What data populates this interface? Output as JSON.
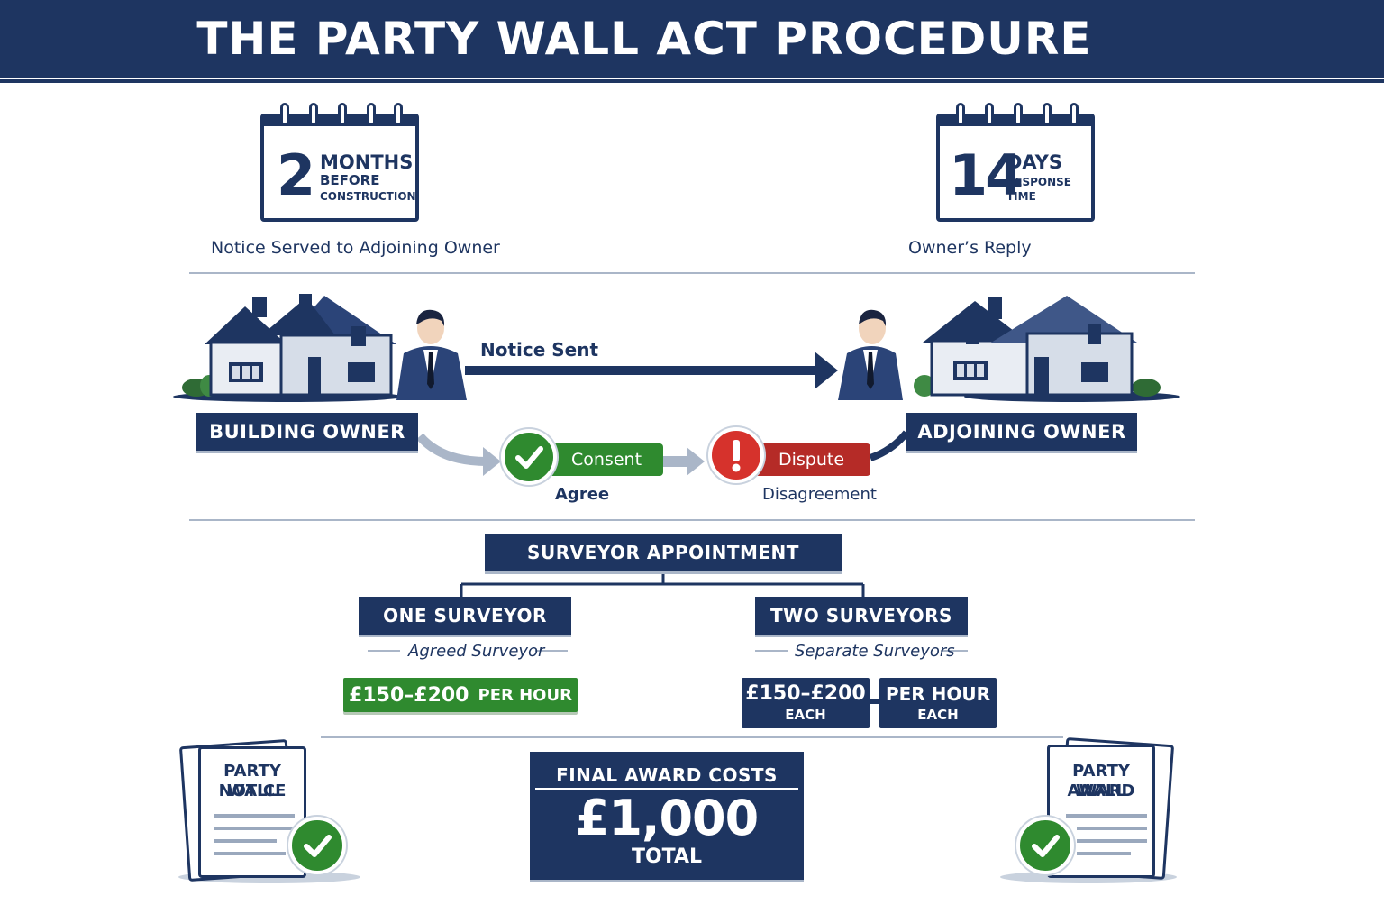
{
  "title": "THE PARTY WALL ACT PROCEDURE",
  "notice_calendar": {
    "number": "2",
    "unit": "MONTHS",
    "line1": "BEFORE",
    "line2": "CONSTRUCTION",
    "caption": "Notice Served to Adjoining Owner"
  },
  "reply_calendar": {
    "number": "14",
    "unit": "DAYS",
    "line1": "RESPONSE",
    "line2": "TIME",
    "caption": "Owner’s Reply"
  },
  "flow": {
    "building_owner": "BUILDING OWNER",
    "adjoining_owner": "ADJOINING OWNER",
    "notice_label": "Notice Sent",
    "consent": {
      "label": "Consent",
      "caption": "Agree"
    },
    "dispute": {
      "label": "Dispute",
      "caption": "Disagreement"
    }
  },
  "surveyors": {
    "heading": "SURVEYOR APPOINTMENT",
    "one": {
      "label": "ONE SURVEYOR",
      "caption": "Agreed Surveyor",
      "rate": "£150–£200",
      "rate_unit": "PER HOUR"
    },
    "two": {
      "label": "TWO SURVEYORS",
      "caption": "Separate Surveyors",
      "rate": "£150–£200",
      "rate_each": "EACH",
      "rate_unit": "PER HOUR",
      "rate_unit_each": "EACH"
    }
  },
  "documents": {
    "notice": {
      "line1": "PARTY WALL",
      "line2": "NOTICE"
    },
    "award": {
      "line1": "PARTY WALL",
      "line2": "AWARD"
    }
  },
  "final_award": {
    "heading": "FINAL AWARD COSTS",
    "amount": "£1,000",
    "label": "TOTAL"
  },
  "colors": {
    "navy": "#1e3561",
    "green": "#2f8a2f",
    "red": "#b52b27",
    "grey": "#aab6c8"
  }
}
